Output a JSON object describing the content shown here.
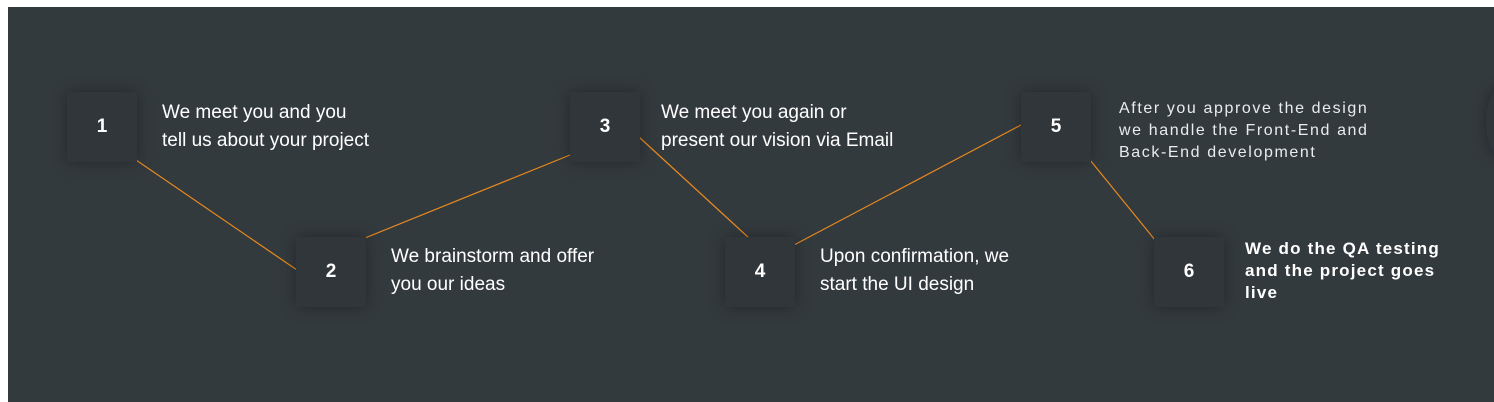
{
  "steps": [
    {
      "number": "1",
      "text": "We meet you and you\ntell us about your project"
    },
    {
      "number": "2",
      "text": "We brainstorm and offer\nyou our ideas"
    },
    {
      "number": "3",
      "text": "We meet you again or\npresent our vision via Email"
    },
    {
      "number": "4",
      "text": "Upon confirmation, we\nstart the UI design"
    },
    {
      "number": "5",
      "text": "After you approve the design\nwe handle the Front-End and\nBack-End development"
    },
    {
      "number": "6",
      "text": "We do the QA testing\nand the project goes\nlive"
    }
  ],
  "colors": {
    "background": "#333a3e",
    "box": "#30363a",
    "connector": "#e8891e",
    "text": "#ffffff"
  }
}
